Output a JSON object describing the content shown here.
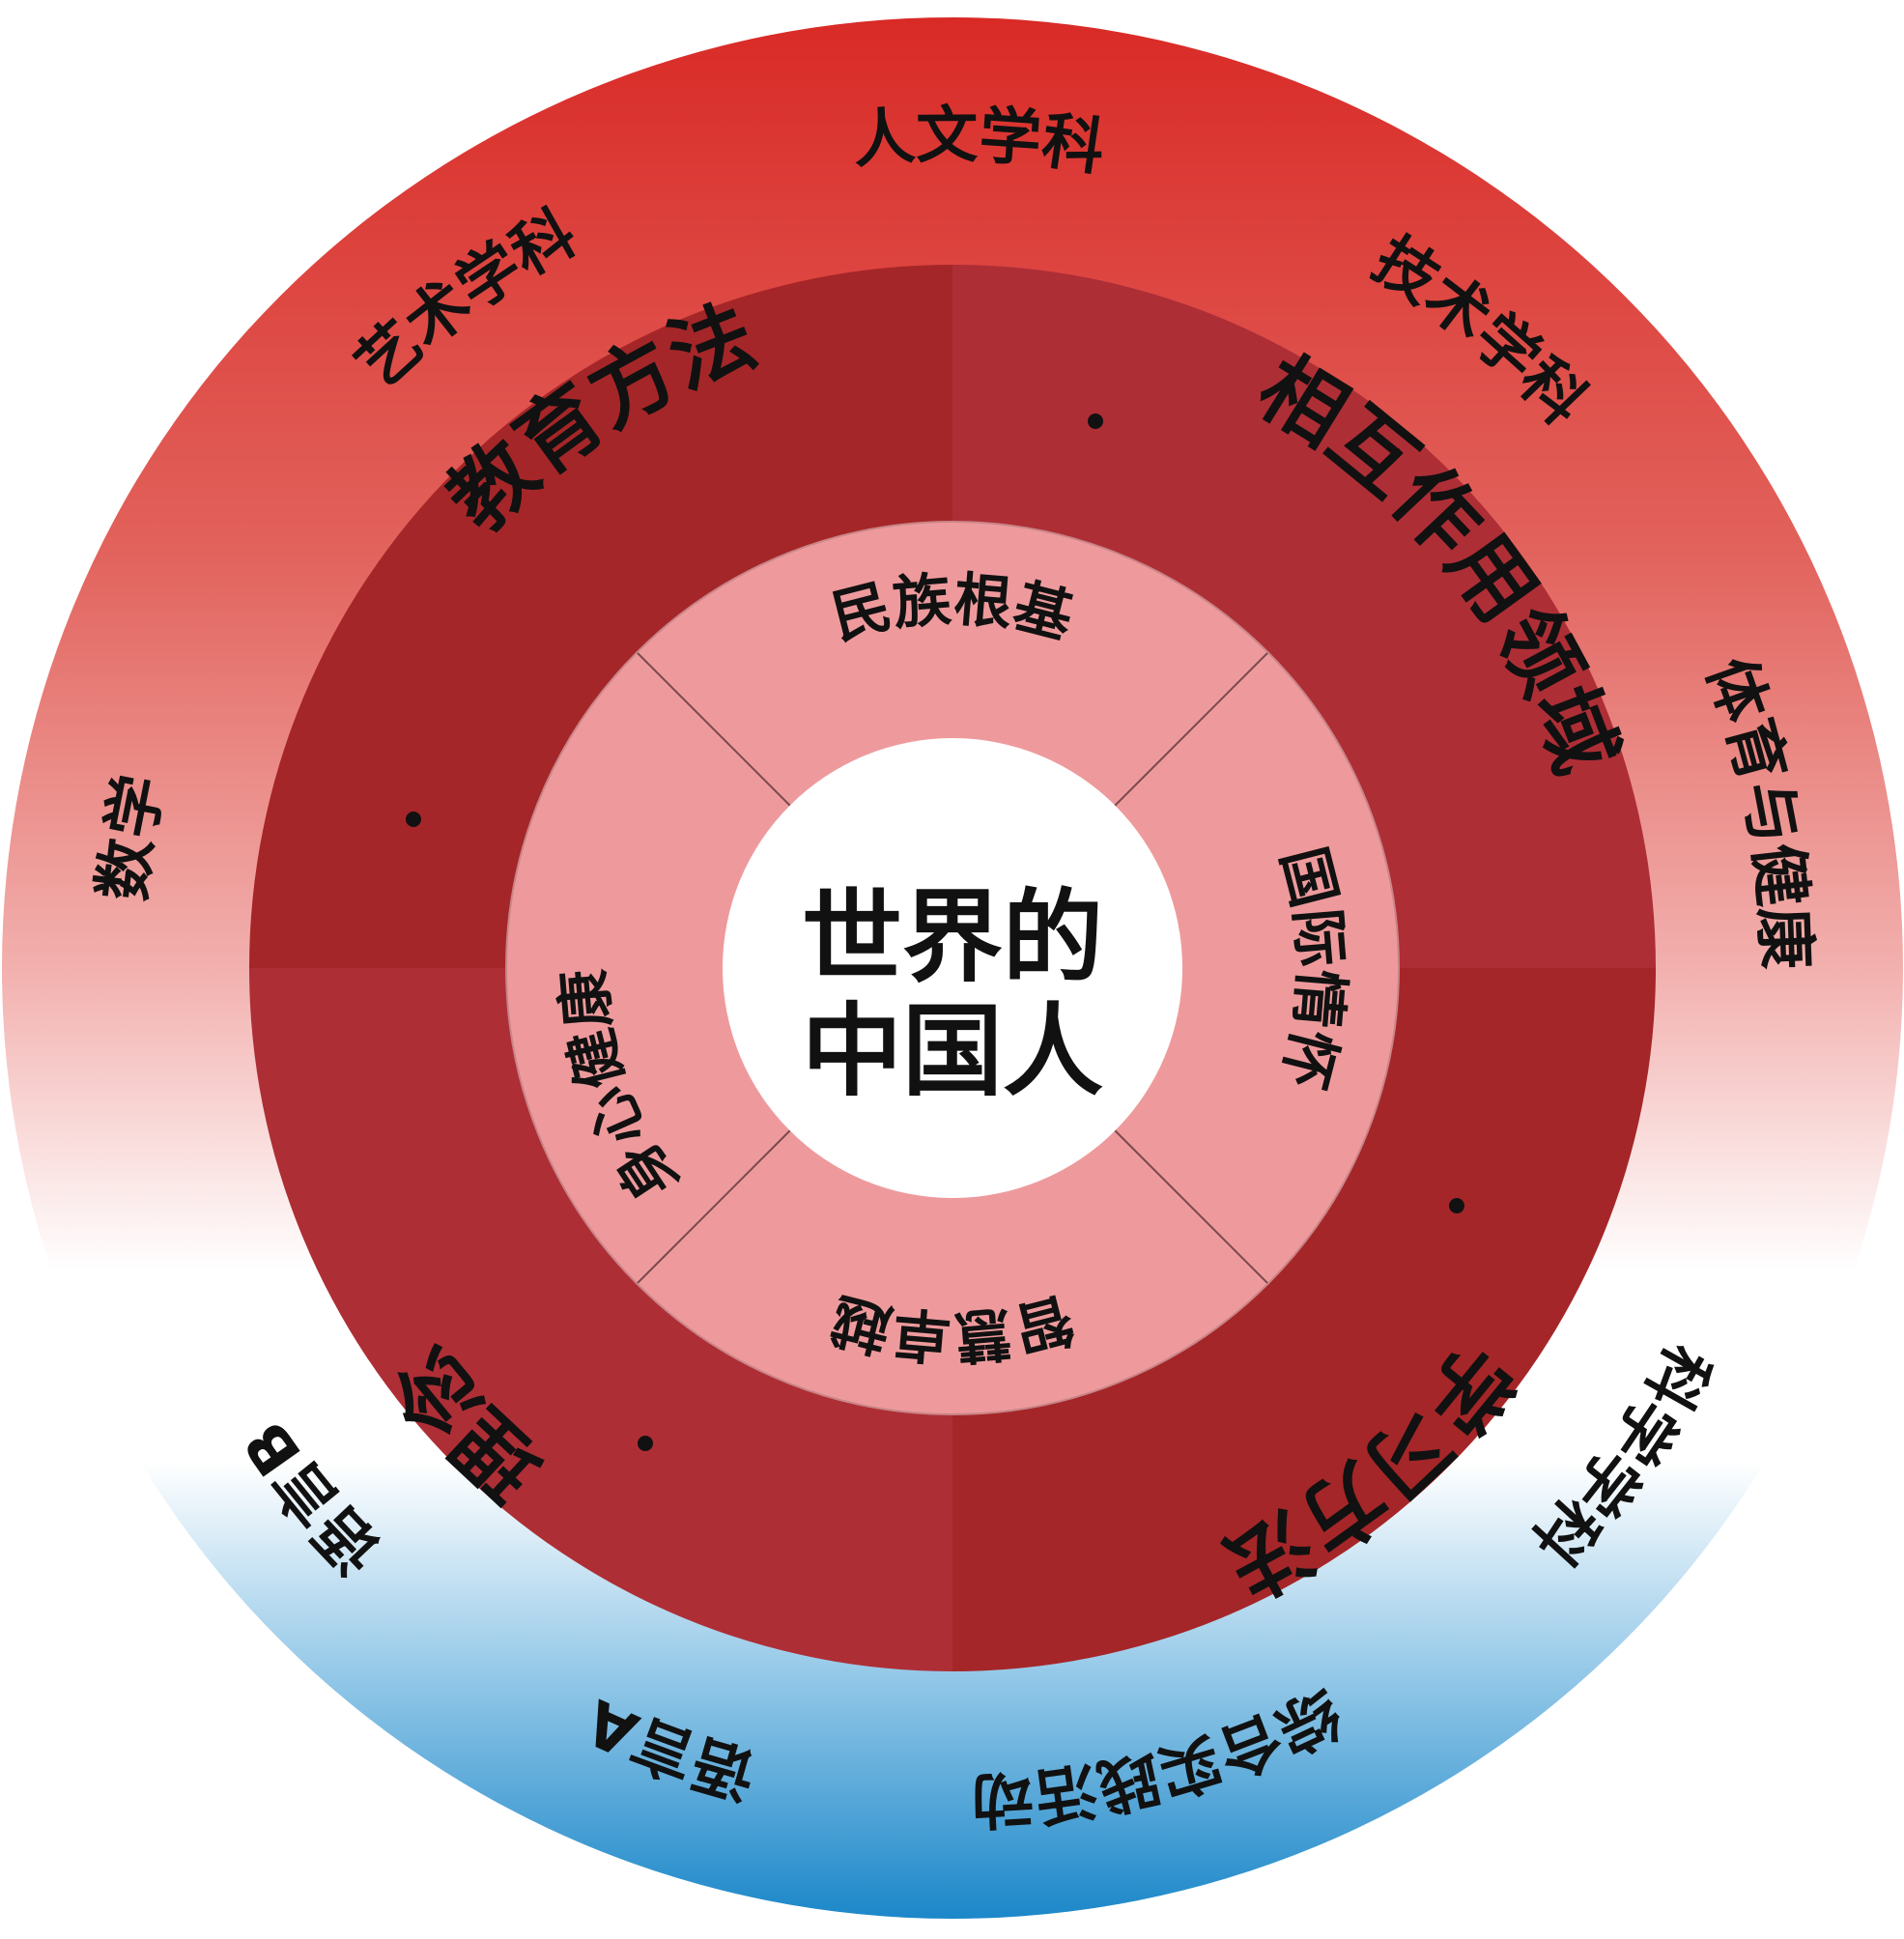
{
  "center": {
    "line1": "世界的",
    "line2": "中国人"
  },
  "inner_ring": {
    "items": [
      {
        "id": "national-roots",
        "label": "民族根基"
      },
      {
        "id": "international",
        "label": "国际情怀"
      },
      {
        "id": "wisdom",
        "label": "智慧卓越"
      },
      {
        "id": "health",
        "label": "身心健康"
      }
    ],
    "color": "#ee9a9c"
  },
  "middle_ring": {
    "items": [
      {
        "id": "education-methods",
        "label": "教育方法"
      },
      {
        "id": "interaction-fields",
        "label": "相互作用领域"
      },
      {
        "id": "learning-methods",
        "label": "学习方法"
      },
      {
        "id": "concept",
        "label": "理念"
      }
    ],
    "dot": "·",
    "colors": [
      "#a52628",
      "#ae2e34"
    ]
  },
  "outer_ring": {
    "items": [
      {
        "id": "humanities",
        "label": "人文学科"
      },
      {
        "id": "technology",
        "label": "技术学科"
      },
      {
        "id": "pe-health",
        "label": "体育与健康"
      },
      {
        "id": "science",
        "label": "科学学科"
      },
      {
        "id": "practice",
        "label": "综合实践活动"
      },
      {
        "id": "language-a",
        "label": "语言A"
      },
      {
        "id": "language-b",
        "label": "语言B"
      },
      {
        "id": "mathematics",
        "label": "数学"
      },
      {
        "id": "arts",
        "label": "艺术学科"
      }
    ],
    "gradient_top": "#d92a26",
    "gradient_middle": "#ffffff",
    "gradient_bottom": "#1b87c9"
  }
}
